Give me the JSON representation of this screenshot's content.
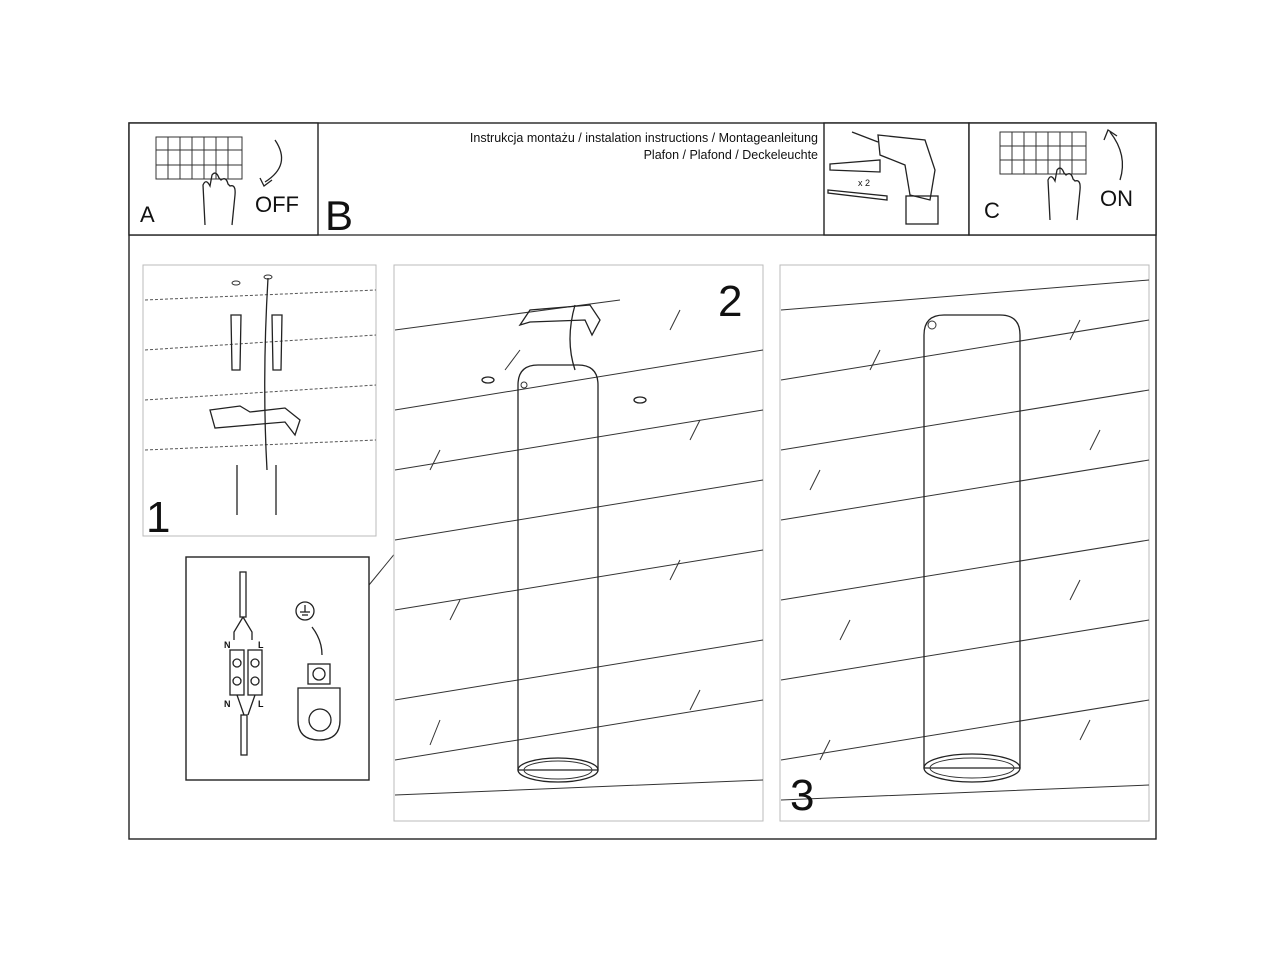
{
  "header": {
    "title_line1": "Instrukcja montażu / instalation instructions / Montageanleitung",
    "title_line2": "Plafon / Plafond / Deckeleuchte"
  },
  "steps": {
    "a_label": "A",
    "a_action": "OFF",
    "b_label": "B",
    "c_label": "C",
    "c_action": "ON",
    "tools_quantity": "x 2",
    "step1": "1",
    "step2": "2",
    "step3": "3"
  },
  "wiring": {
    "neutral_top": "N",
    "live_top": "L",
    "neutral_bottom": "N",
    "live_bottom": "L"
  }
}
